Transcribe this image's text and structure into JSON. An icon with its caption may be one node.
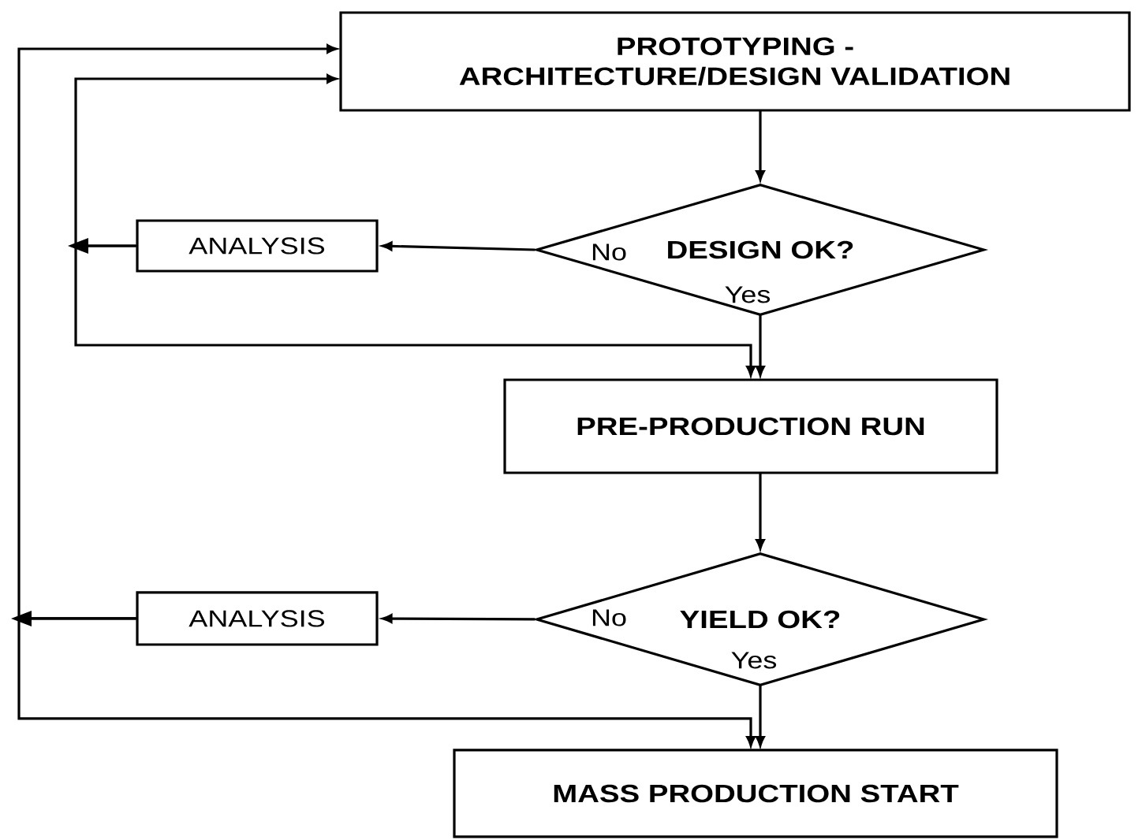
{
  "diagram": {
    "nodes": [
      {
        "text": [
          "PROTOTYPING - ARCHITECTURE/DESIGN VALIDATION"
        ]
      },
      {
        "text": [
          "DESIGN OK?"
        ]
      },
      {
        "text": [
          "ANALYSIS"
        ]
      },
      {
        "text": [
          "PRE-PRODUCTION RUN"
        ]
      },
      {
        "text": [
          "YIELD OK?"
        ]
      },
      {
        "text": [
          "ANALYSIS"
        ]
      },
      {
        "text": [
          "MASS PRODUCTION START"
        ]
      }
    ],
    "edges": [
      {
        "from": 0,
        "to": 1,
        "arrow": "to"
      },
      {
        "from": 1,
        "to": 2,
        "arrow": "to",
        "label": "No"
      },
      {
        "from": 1,
        "to": 3,
        "arrow": "to",
        "label": "Yes"
      },
      {
        "from": 2,
        "to": 0,
        "arrow": "to"
      },
      {
        "from": 2,
        "to": 3,
        "arrow": "to"
      },
      {
        "from": 3,
        "to": 4,
        "arrow": "to"
      },
      {
        "from": 4,
        "to": 5,
        "arrow": "to",
        "label": "No"
      },
      {
        "from": 4,
        "to": 6,
        "arrow": "to",
        "label": "Yes"
      },
      {
        "from": 5,
        "to": 0,
        "arrow": "to"
      },
      {
        "from": 5,
        "to": 6,
        "arrow": "to"
      }
    ]
  }
}
